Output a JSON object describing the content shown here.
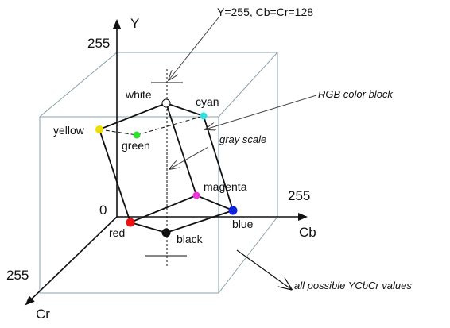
{
  "axes": {
    "y": {
      "name": "Y",
      "max": "255"
    },
    "cb": {
      "name": "Cb",
      "max": "255"
    },
    "cr": {
      "name": "Cr",
      "max": "255"
    },
    "origin": "0"
  },
  "corners": {
    "white": {
      "label": "white",
      "color": "#ffffff"
    },
    "cyan": {
      "label": "cyan",
      "color": "#33dddd"
    },
    "yellow": {
      "label": "yellow",
      "color": "#eedd00"
    },
    "green": {
      "label": "green",
      "color": "#33dd33"
    },
    "magenta": {
      "label": "magenta",
      "color": "#ee33dd"
    },
    "red": {
      "label": "red",
      "color": "#ee1111"
    },
    "blue": {
      "label": "blue",
      "color": "#1122dd"
    },
    "black": {
      "label": "black",
      "color": "#111111"
    }
  },
  "annotations": {
    "top_point": "Y=255, Cb=Cr=128",
    "rgb_block": "RGB color block",
    "gray_scale": "gray scale",
    "ycbcr_values": "all possible YCbCr values"
  }
}
